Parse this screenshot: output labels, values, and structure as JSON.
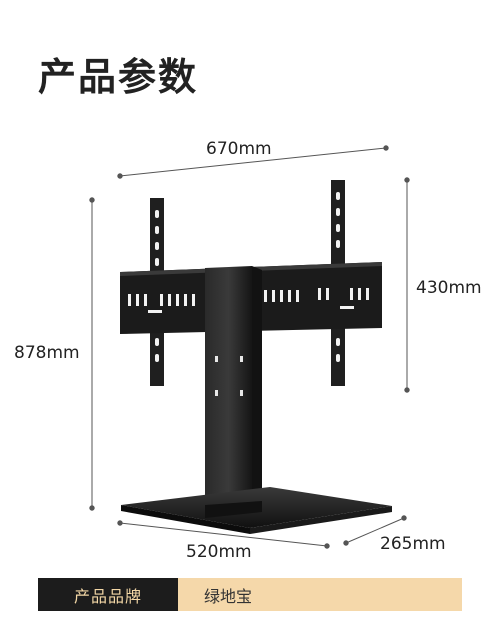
{
  "heading": "产品参数",
  "dimensions": {
    "width_top": "670mm",
    "bracket_height": "430mm",
    "total_height": "878mm",
    "base_width": "520mm",
    "base_depth": "265mm"
  },
  "spec": {
    "label": "产品品牌",
    "value": "绿地宝"
  },
  "colors": {
    "spec_label_bg": "#1c1c1c",
    "spec_label_text": "#f3d7a6",
    "spec_value_bg": "#f5d8aa",
    "stand": "#1f1f1f"
  }
}
